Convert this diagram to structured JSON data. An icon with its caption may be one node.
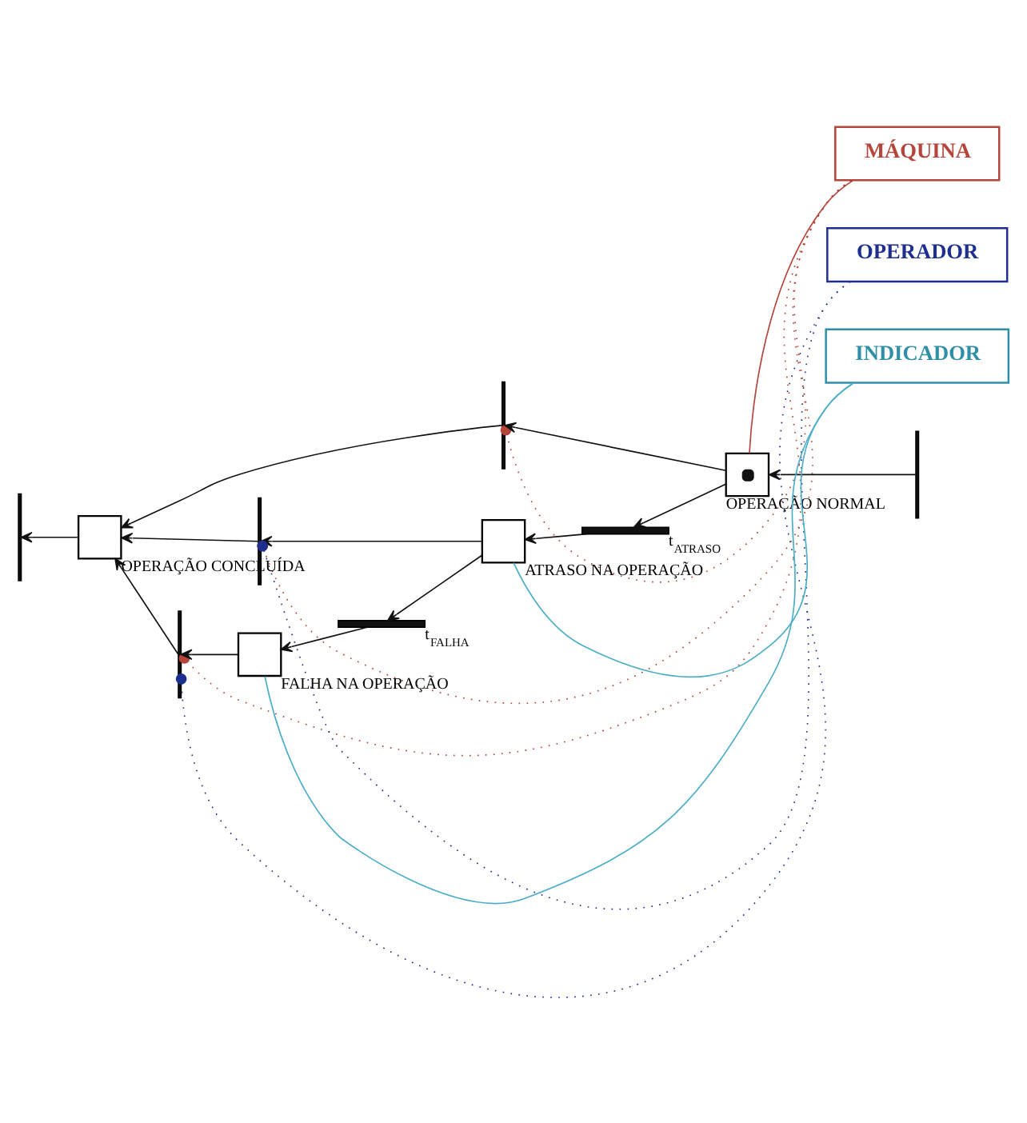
{
  "diagram": {
    "nodes": [
      {
        "text": [
          "MÁQUINA"
        ]
      },
      {
        "text": [],
        "shape": "box",
        "beside": [
          "OPERAÇÃO CONCLUÍDA"
        ]
      },
      {
        "text": [],
        "shape": "box",
        "beside": [
          "OPERAÇÃO NORMAL"
        ]
      },
      {
        "text": [],
        "shape": "bar"
      },
      {
        "text": [],
        "shape": "bar"
      },
      {
        "text": [],
        "shape": "bar"
      },
      {
        "text": [],
        "shape": "bar",
        "beside": [
          "t$_{ATRASO}$"
        ]
      },
      {
        "text": [],
        "shape": "box",
        "beside": [
          "ATRASO NA OPERAÇÃO"
        ]
      },
      {
        "text": [],
        "shape": "bar"
      },
      {
        "text": [],
        "shape": "bar",
        "beside": [
          "t$_{FALHA}$"
        ]
      },
      {
        "text": [],
        "shape": "box",
        "beside": [
          "FALHA NA OPERAÇÃO"
        ]
      },
      {
        "text": [],
        "shape": "bar"
      },
      {
        "text": [
          "OPERADOR"
        ]
      },
      {
        "text": [
          "INDICADOR"
        ]
      }
    ],
    "edges": [
      {
        "from": 5,
        "to": 2,
        "arrow": "to"
      },
      {
        "from": 2,
        "to": 4,
        "arrow": "to"
      },
      {
        "from": 4,
        "to": 1,
        "arrow": "to"
      },
      {
        "from": 1,
        "to": 3,
        "arrow": "to"
      },
      {
        "from": 2,
        "to": 6,
        "arrow": "to"
      },
      {
        "from": 6,
        "to": 7,
        "arrow": "to"
      },
      {
        "from": 7,
        "to": 8,
        "arrow": "to"
      },
      {
        "from": 8,
        "to": 1,
        "arrow": "to"
      },
      {
        "from": 7,
        "to": 9,
        "arrow": "to"
      },
      {
        "from": 9,
        "to": 10,
        "arrow": "to"
      },
      {
        "from": 10,
        "to": 11,
        "arrow": "to"
      },
      {
        "from": 11,
        "to": 1,
        "arrow": "to"
      },
      {
        "from": 0,
        "to": 2,
        "arrow": "none",
        "color": "#b5443a"
      },
      {
        "from": 0,
        "to": 4,
        "arrow": "other",
        "style": "dashed",
        "color": "#b5443a"
      },
      {
        "from": 0,
        "to": 8,
        "arrow": "other",
        "style": "dashed",
        "color": "#b5443a"
      },
      {
        "from": 0,
        "to": 11,
        "arrow": "other",
        "style": "dashed",
        "color": "#b5443a"
      },
      {
        "from": 12,
        "to": 8,
        "arrow": "other",
        "style": "dashed",
        "color": "#1f2f8f"
      },
      {
        "from": 12,
        "to": 11,
        "arrow": "other",
        "style": "dashed",
        "color": "#1f2f8f"
      },
      {
        "from": 13,
        "to": 7,
        "arrow": "none",
        "color": "#4aaec6"
      },
      {
        "from": 13,
        "to": 10,
        "arrow": "none",
        "color": "#4aaec6"
      }
    ]
  }
}
